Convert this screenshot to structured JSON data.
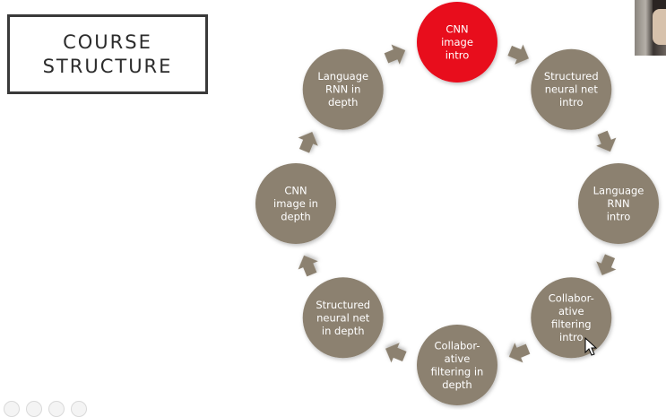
{
  "slide": {
    "title_line1": "COURSE",
    "title_line2": "STRUCTURE"
  },
  "colors": {
    "highlight_node": "#e8081c",
    "node": "#8c8170",
    "arrow": "#8c8170"
  },
  "cycle": {
    "nodes": [
      {
        "id": "cnn-image-intro",
        "lines": [
          "CNN",
          "image",
          "intro"
        ],
        "highlighted": true
      },
      {
        "id": "structured-neural-net-intro",
        "lines": [
          "Structured",
          "neural net",
          "intro"
        ],
        "highlighted": false
      },
      {
        "id": "language-rnn-intro",
        "lines": [
          "Language",
          "RNN",
          "intro"
        ],
        "highlighted": false
      },
      {
        "id": "collaborative-filtering-intro",
        "lines": [
          "Collabor-",
          "ative",
          "filtering",
          "intro"
        ],
        "highlighted": false
      },
      {
        "id": "collaborative-filtering-in-depth",
        "lines": [
          "Collabor-",
          "ative",
          "filtering in",
          "depth"
        ],
        "highlighted": false
      },
      {
        "id": "structured-neural-net-in-depth",
        "lines": [
          "Structured",
          "neural net",
          "in depth"
        ],
        "highlighted": false
      },
      {
        "id": "cnn-image-in-depth",
        "lines": [
          "CNN",
          "image in",
          "depth"
        ],
        "highlighted": false
      },
      {
        "id": "language-rnn-in-depth",
        "lines": [
          "Language",
          "RNN in",
          "depth"
        ],
        "highlighted": false
      }
    ]
  },
  "controls": {
    "icons": [
      "pen-icon",
      "slides-icon",
      "zoom-icon",
      "more-icon"
    ]
  }
}
